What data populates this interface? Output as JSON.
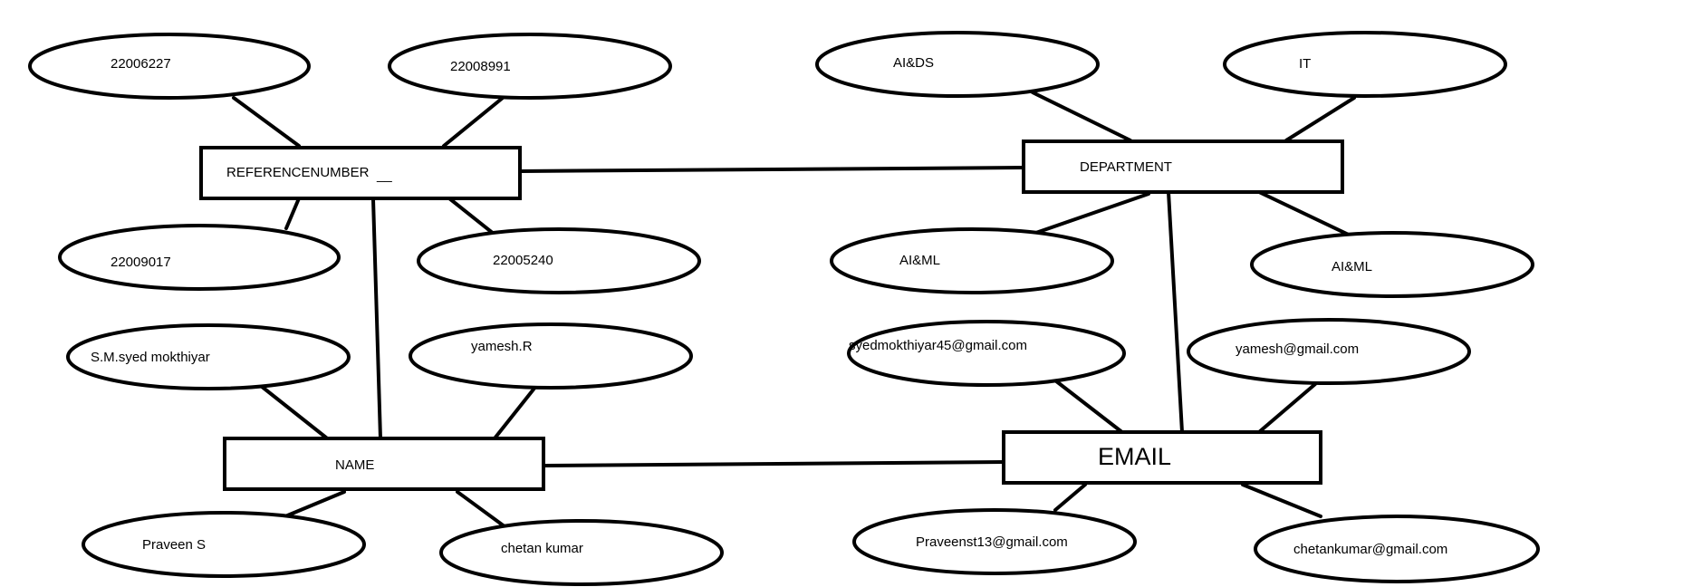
{
  "entities": {
    "reference_number": {
      "label": "REFERENCENUMBER",
      "mark": "__"
    },
    "department": {
      "label": "DEPARTMENT"
    },
    "name": {
      "label": "NAME"
    },
    "email": {
      "label": "EMAIL"
    }
  },
  "attributes": {
    "reference_number": [
      "22006227",
      "22008991",
      "22009017",
      "22005240"
    ],
    "department": [
      "AI&DS",
      "IT",
      "AI&ML",
      "AI&ML"
    ],
    "name": [
      "S.M.syed mokthiyar",
      "yamesh.R",
      "Praveen S",
      "chetan kumar"
    ],
    "email": [
      "syedmokthiyar45@gmail.com",
      "yamesh@gmail.com",
      "Praveenst13@gmail.com",
      "chetankumar@gmail.com"
    ]
  }
}
